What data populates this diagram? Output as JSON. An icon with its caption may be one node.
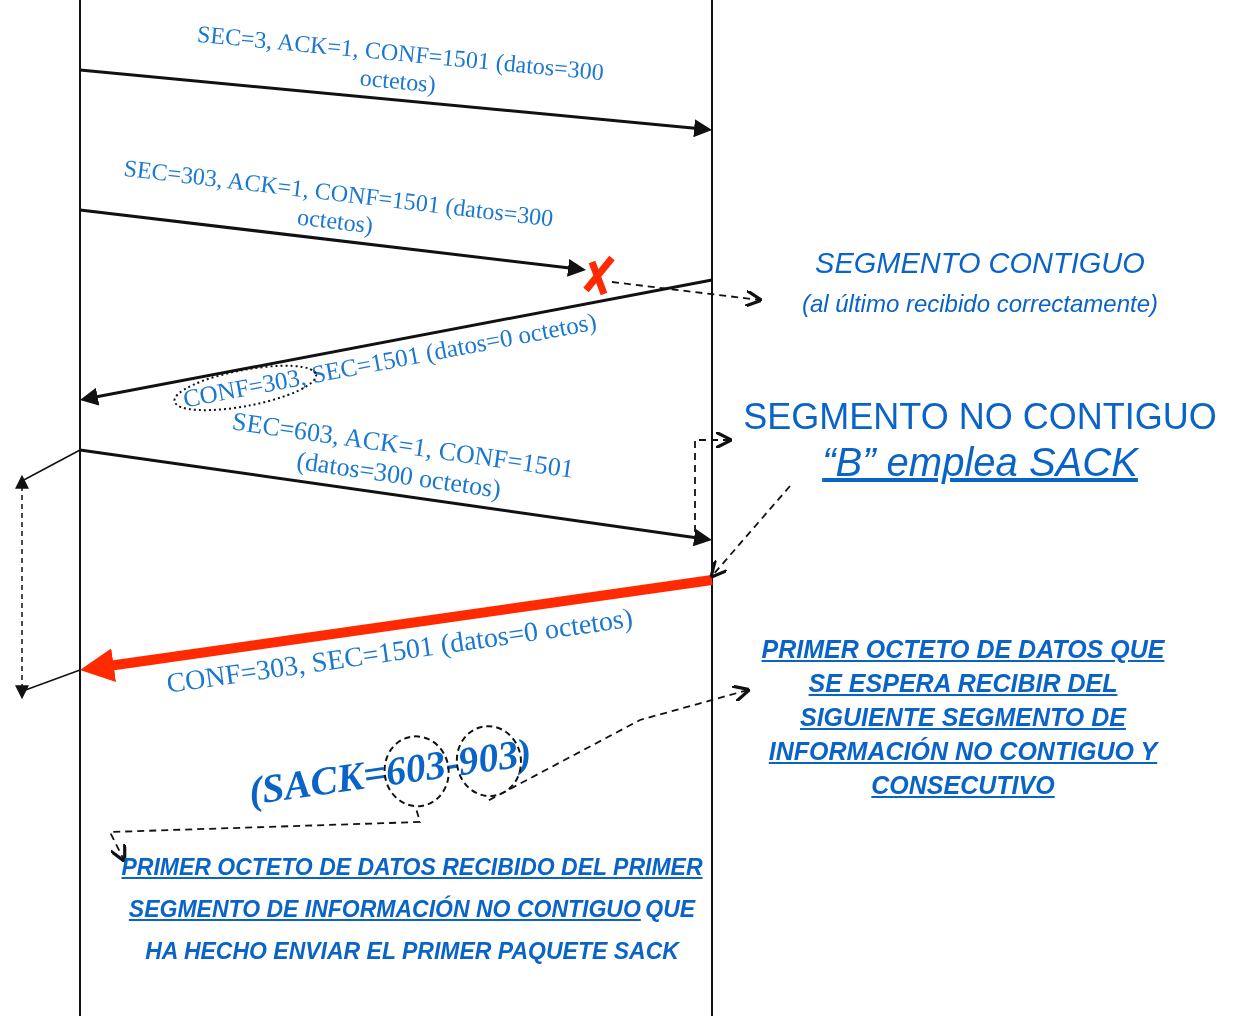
{
  "diagram": {
    "nodes": [
      {
        "text": [],
        "shape": "line"
      },
      {
        "text": [],
        "shape": "line"
      },
      {
        "text": [],
        "shape": "cross"
      },
      {
        "text": [
          "SEGMENTO CONTIGUO",
          "(al último recibido correctamente)"
        ]
      },
      {
        "text": [
          "SEGMENTO NO CONTIGUO",
          "“B” emplea SACK"
        ]
      },
      {
        "text": [
          "PRIMER OCTETO DE DATOS QUE SE ESPERA RECIBIR DEL SIGUIENTE SEGMENTO DE INFORMACIÓN NO CONTIGUO Y CONSECUTIVO"
        ]
      },
      {
        "text": [],
        "shape": "circle"
      },
      {
        "text": [],
        "shape": "circle"
      },
      {
        "text": [
          "PRIMER OCTETO DE DATOS RECIBIDO DEL PRIMER SEGMENTO DE INFORMACIÓN NO CONTIGUO",
          "QUE HA HECHO ENVIAR EL PRIMER PAQUETE SACK"
        ]
      }
    ],
    "edges": [
      {
        "from": 0,
        "to": 1,
        "arrow": "to",
        "label": "SEC=3, ACK=1, CONF=1501 (datos=300 octetos)"
      },
      {
        "from": 0,
        "to": 2,
        "arrow": "to",
        "label": "SEC=303, ACK=1, CONF=1501 (datos=300 octetos)"
      },
      {
        "from": 1,
        "to": 0,
        "arrow": "to",
        "label": "CONF=303, SEC=1501 (datos=0 octetos)"
      },
      {
        "from": 0,
        "to": 1,
        "arrow": "to",
        "label": "SEC=603, ACK=1, CONF=1501 (datos=300 octetos)"
      },
      {
        "from": 1,
        "to": 0,
        "arrow": "to",
        "label": "CONF=303, SEC=1501 (datos=0 octetos)",
        "style": "thick",
        "color": "#ff2a00"
      },
      {
        "from": 2,
        "to": 3,
        "arrow": "to",
        "style": "dashed"
      },
      {
        "from": null,
        "to": 4,
        "arrow": "to",
        "style": "dashed"
      },
      {
        "from": 4,
        "to": 1,
        "arrow": "to",
        "style": "dashed"
      },
      {
        "from": 7,
        "to": 5,
        "arrow": "to",
        "style": "dashed"
      },
      {
        "from": 6,
        "to": 8,
        "arrow": "to",
        "style": "dashed"
      }
    ],
    "labels": [
      "(SACK=603-903)"
    ]
  }
}
